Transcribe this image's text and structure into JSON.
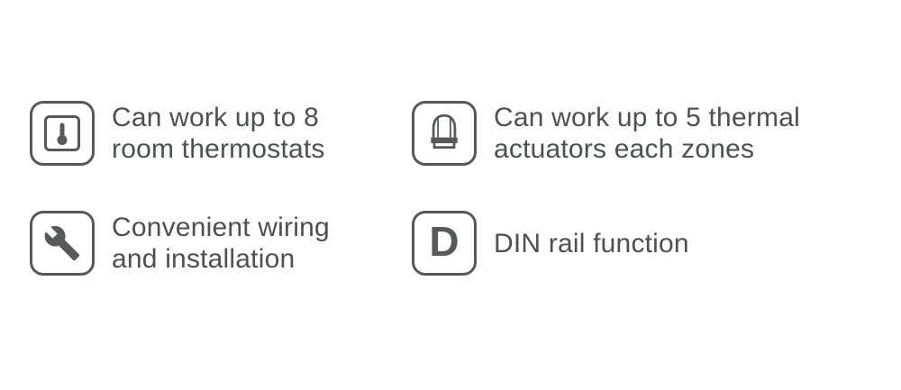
{
  "style": {
    "background": "#ffffff",
    "text_color": "#4e4f51",
    "icon_color": "#57585a"
  },
  "features": [
    {
      "icon": "thermostat-icon",
      "lines": [
        "Can work up to 8",
        "room thermostats"
      ]
    },
    {
      "icon": "thermal-actuator-icon",
      "lines": [
        "Can work up to 5 thermal",
        "actuators each zones"
      ]
    },
    {
      "icon": "wrench-icon",
      "lines": [
        "Convenient wiring",
        "and installation"
      ]
    },
    {
      "icon": "din-rail-icon",
      "letter": "D",
      "lines": [
        "DIN rail function"
      ]
    }
  ]
}
